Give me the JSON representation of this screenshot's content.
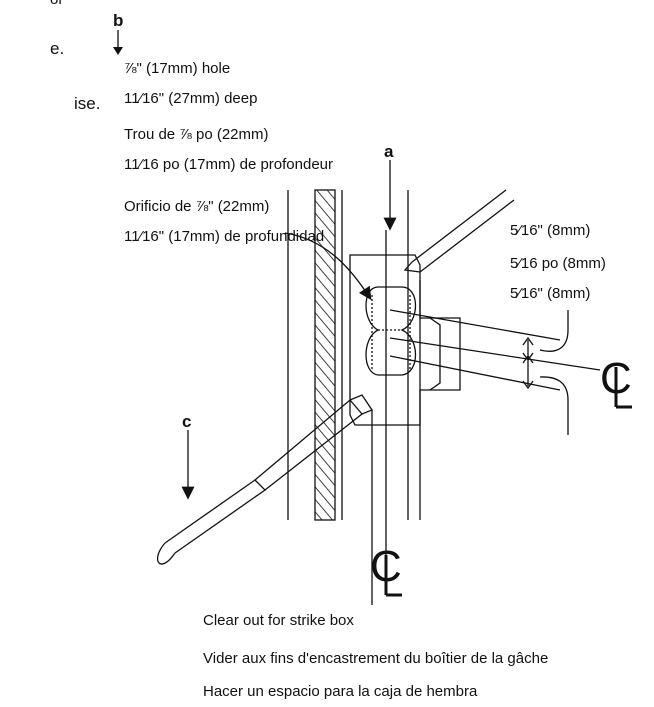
{
  "fragments": {
    "top1": "or",
    "top2": "e.",
    "top3": "ise."
  },
  "labels": {
    "a": "a",
    "b": "b",
    "c": "c"
  },
  "hole_notes": {
    "en_hole": "⅞\" (17mm) hole",
    "en_deep": "11⁄16\" (27mm) deep",
    "fr_hole": "Trou de ⅞ po (22mm)",
    "fr_deep": "11⁄16 po (17mm) de profondeur",
    "es_hole": "Orificio de ⅞\" (22mm)",
    "es_deep": "11⁄16\" (17mm) de profundidad"
  },
  "offset_notes": {
    "en": "5⁄16\" (8mm)",
    "fr": "5⁄16 po (8mm)",
    "es": "5⁄16\" (8mm)"
  },
  "centerline_symbol": "C",
  "strike_notes": {
    "en": "Clear out for strike box",
    "fr": "Vider aux fins d'encastrement du boîtier de la gâche",
    "es": "Hacer un espacio para la caja de hembra"
  }
}
